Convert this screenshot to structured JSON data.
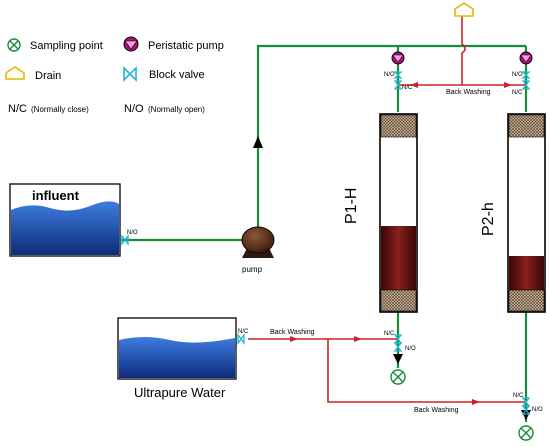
{
  "legend": {
    "sampling_point": "Sampling point",
    "peristaltic_pump": "Peristatic pump",
    "drain": "Drain",
    "block_valve": "Block valve",
    "nc_abbr": "N/C",
    "nc_desc": "(Normally close)",
    "no_abbr": "N/O",
    "no_desc": "(Normally open)"
  },
  "tanks": {
    "influent": "influent",
    "ultrapure": "Ultrapure Water"
  },
  "pump_label": "pump",
  "columns": {
    "p1": "P1-H",
    "p2": "P2-h"
  },
  "back_washing": "Back Washing",
  "valve_tags": {
    "nc": "N/C",
    "no": "N/O"
  },
  "colors": {
    "feed_line": "#168c3c",
    "backwash_line": "#c8242a",
    "water": "#1d4fb3",
    "column_bed": "#6e1414",
    "pump_body": "#5a2e1a",
    "pump_head": "#b0107a",
    "drain": "#e6b800",
    "valve": "#22b8cf"
  }
}
